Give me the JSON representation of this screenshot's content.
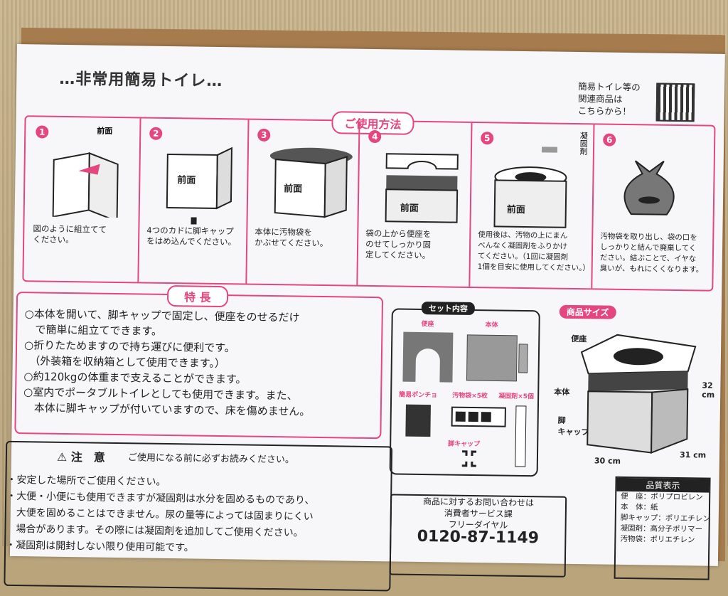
{
  "header": {
    "title": "…非常用簡易トイレ…",
    "qr_text": "簡易トイレ等の\n関連商品は\nこちらから！"
  },
  "usage": {
    "heading": "ご使用方法",
    "front_label": "前面",
    "coagulant_label": "凝固剤",
    "steps": [
      {
        "num": "1",
        "text": "図のように組立てて\nください。"
      },
      {
        "num": "2",
        "text": "4つのカドに脚キャップ\nをはめ込んでください。"
      },
      {
        "num": "3",
        "text": "本体に汚物袋を\nかぶせてください。"
      },
      {
        "num": "4",
        "text": "袋の上から便座を\nのせてしっかり固\n定してください。"
      },
      {
        "num": "5",
        "text": "使用後は、汚物の上にまん\nべんなく凝固剤をふりかけ\nてください。（1回に凝固剤\n1個を目安に使用してください。）"
      },
      {
        "num": "6",
        "text": "汚物袋を取り出し、袋の口を\nしっかりと結んで廃棄してく\nださい。結ぶことで、イヤな\n臭いが、もれにくくなります。"
      }
    ]
  },
  "features": {
    "heading": "特 長",
    "text": "○本体を開いて、脚キャップで固定し、便座をのせるだけ\n　で簡単に組立てできます。\n○折りたためますので持ち運びに便利です。\n　（外装箱を収納箱として使用できます。）\n○約120kgの体重まで支えることができます。\n○室内でポータブルトイレとしても使用できます。また、\n　本体に脚キャップが付いていますので、床を傷めません。"
  },
  "set_contents": {
    "heading": "セット内容",
    "items": [
      "便座",
      "本体",
      "簡易ポンチョ",
      "汚物袋×5枚",
      "凝固剤×5個",
      "脚キャップ"
    ]
  },
  "size": {
    "heading": "商品サイズ",
    "labels": [
      "便座",
      "本体",
      "脚\nキャップ"
    ],
    "dims": [
      "32 cm",
      "30 cm",
      "31 cm"
    ]
  },
  "caution": {
    "heading": "⚠ 注　意",
    "sub": "ご使用になる前に必ずお読みください。",
    "text": "・安定した場所でご使用ください。\n・大便・小便にも使用できますが凝固剤は水分を固めるものであり、\n　大便を固めることはできません。尿の量等によっては固まりにくい\n　場合があります。その際には凝固剤を追加してご使用ください。\n・凝固剤は開封しない限り使用可能です。"
  },
  "contact": {
    "line1": "商品に対するお問い合わせは",
    "line2": "消費者サービス課",
    "line3": "フリーダイヤル",
    "phone": "0120-87-1149"
  },
  "quality": {
    "heading": "品質表示",
    "text": "便　座：ポリプロピレン\n本　体：紙\n脚キャップ：ポリエチレン\n凝固剤：高分子ポリマー\n汚物袋：ポリエチレン"
  }
}
